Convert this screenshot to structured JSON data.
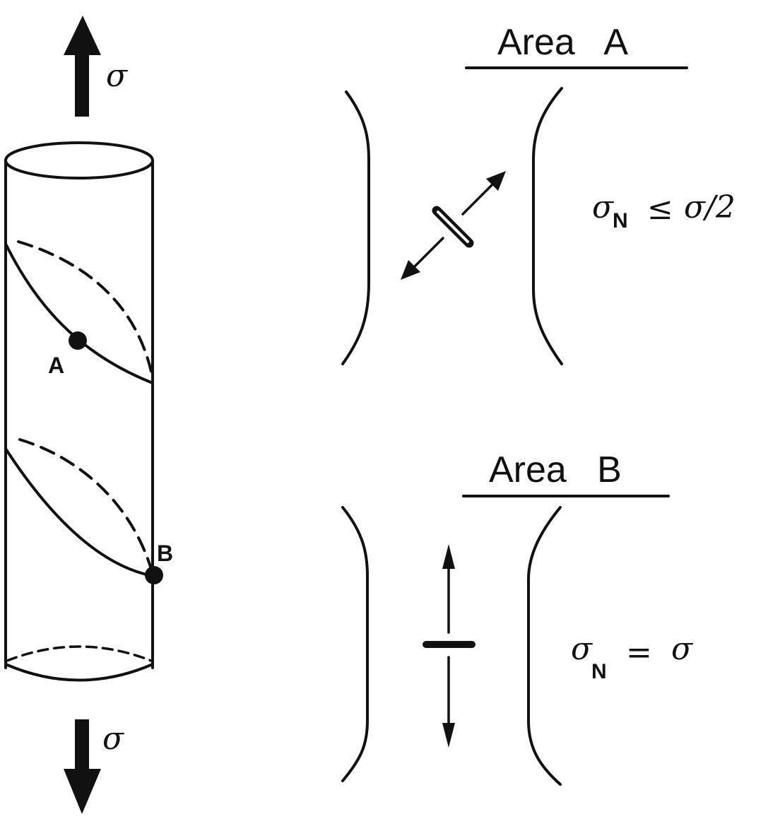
{
  "stress_symbol": "σ",
  "points": {
    "a": "A",
    "b": "B"
  },
  "area_a": {
    "title": "Area   A",
    "relation": {
      "symbol": "σ",
      "subscript": "N",
      "operator": "≤",
      "rhs": "σ/2"
    }
  },
  "area_b": {
    "title": "Area   B",
    "relation": {
      "symbol": "σ",
      "subscript": "N",
      "operator": "=",
      "rhs": "σ"
    }
  }
}
